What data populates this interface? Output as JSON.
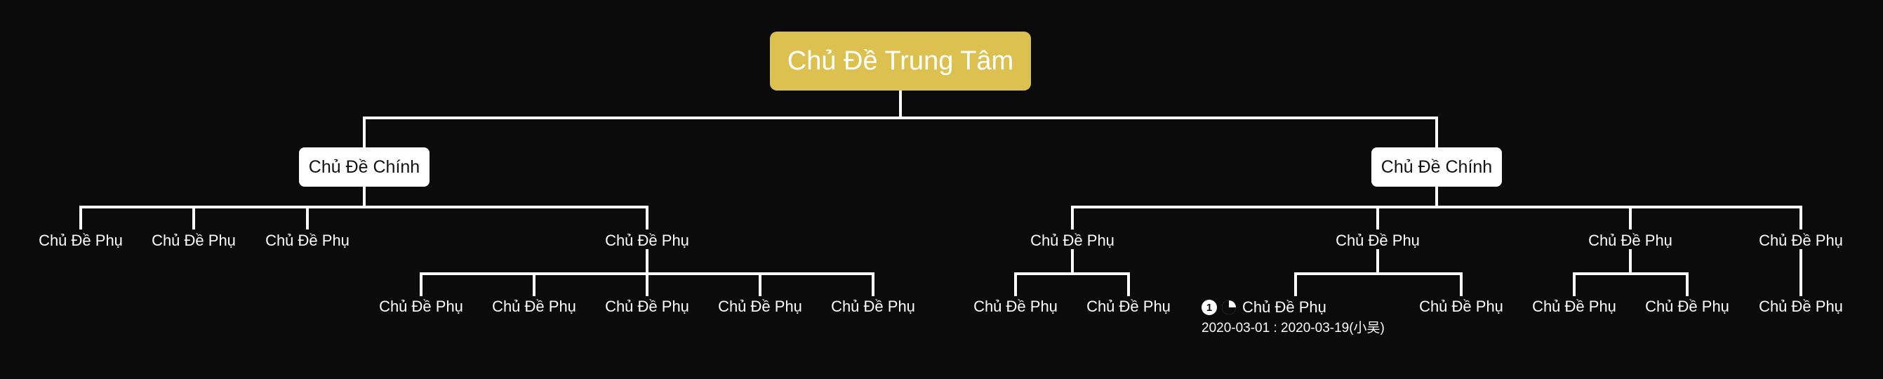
{
  "central_topic": "Chủ Đề Trung Tâm",
  "main_topics": [
    {
      "label": "Chủ Đề Chính",
      "subtopics": [
        {
          "label": "Chủ Đề Phụ"
        },
        {
          "label": "Chủ Đề Phụ"
        },
        {
          "label": "Chủ Đề Phụ"
        },
        {
          "label": "Chủ Đề Phụ",
          "children": [
            "Chủ Đề Phụ",
            "Chủ Đề Phụ",
            "Chủ Đề Phụ",
            "Chủ Đề Phụ",
            "Chủ Đề Phụ"
          ]
        }
      ]
    },
    {
      "label": "Chủ Đề Chính",
      "subtopics": [
        {
          "label": "Chủ Đề Phụ",
          "children": [
            "Chủ Đề Phụ",
            "Chủ Đề Phụ"
          ]
        },
        {
          "label": "Chủ Đề Phụ",
          "children": [
            "Chủ Đề Phụ",
            "Chủ Đề Phụ"
          ]
        },
        {
          "label": "Chủ Đề Phụ",
          "children": [
            "Chủ Đề Phụ",
            "Chủ Đề Phụ"
          ]
        },
        {
          "label": "Chủ Đề Phụ",
          "children": [
            "Chủ Đề Phụ"
          ]
        }
      ]
    }
  ],
  "task_node": {
    "priority_marker": "1",
    "progress_icon": "progress-three-quarter-icon",
    "task_info": "2020-03-01 : 2020-03-19(小吴)"
  },
  "colors": {
    "background": "#0b0b0b",
    "central_fill": "#dcc050",
    "main_fill": "#ffffff",
    "line": "#ffffff",
    "text_light": "#ffffff",
    "text_dark": "#111111"
  }
}
